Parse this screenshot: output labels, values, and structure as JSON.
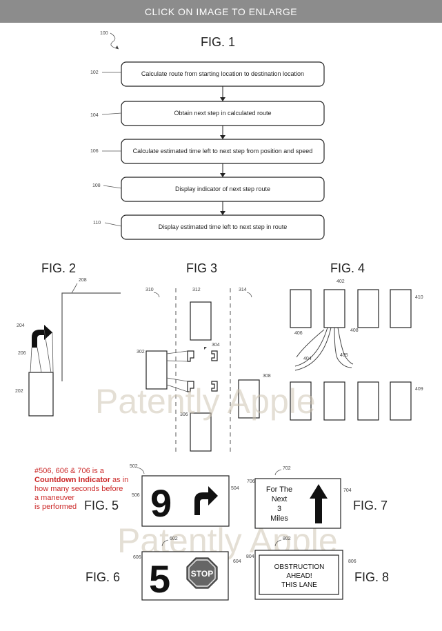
{
  "banner": {
    "label": "CLICK ON IMAGE TO ENLARGE"
  },
  "fig1": {
    "title": "FIG. 1",
    "ref_main": "100",
    "steps": [
      {
        "ref": "102",
        "label": "Calculate route from starting location to destination location"
      },
      {
        "ref": "104",
        "label": "Obtain next step in calculated route"
      },
      {
        "ref": "106",
        "label": "Calculate estimated time left to next step from position and speed"
      },
      {
        "ref": "108",
        "label": "Display indicator of next step route"
      },
      {
        "ref": "110",
        "label": "Display estimated time left to next step in route"
      }
    ]
  },
  "fig2": {
    "title": "FIG. 2",
    "refs": {
      "r208": "208",
      "r204": "204",
      "r206": "206",
      "r202": "202"
    }
  },
  "fig3": {
    "title": "FIG 3",
    "refs": {
      "r310": "310",
      "r312": "312",
      "r314": "314",
      "r302": "302",
      "r304": "304",
      "r306": "306",
      "r308": "308"
    }
  },
  "fig4": {
    "title": "FIG. 4",
    "refs": {
      "r402": "402",
      "r410": "410",
      "r406": "406",
      "r408": "408",
      "r404": "404",
      "r405": "405",
      "r409": "409"
    }
  },
  "fig5": {
    "title": "FIG. 5",
    "ref_main": "502",
    "ref_number": "506",
    "ref_arrow": "504",
    "countdown": "9"
  },
  "fig6": {
    "title": "FIG. 6",
    "ref_main": "602",
    "ref_number": "606",
    "ref_sign": "604",
    "countdown": "5",
    "sign_text": "STOP"
  },
  "fig7": {
    "title": "FIG. 7",
    "ref_main": "702",
    "ref_text": "706",
    "ref_arrow": "704",
    "lines": [
      "For The",
      "Next",
      "3",
      "Miles"
    ]
  },
  "fig8": {
    "title": "FIG. 8",
    "ref_main": "802",
    "ref_left": "804",
    "ref_right": "806",
    "lines": [
      "OBSTRUCTION",
      "AHEAD!",
      "THIS LANE"
    ]
  },
  "note": {
    "line1": "#506, 606 & 706 is a",
    "line2_bold": "Countdown Indicator",
    "line2_rest": " as in",
    "line3": "how many seconds before",
    "line4": "a maneuver",
    "line5": "is performed"
  },
  "watermark": "Patently Apple",
  "colors": {
    "banner": "#8c8c8c",
    "note": "#cc2a2a",
    "watermark": "#cfc5b3"
  }
}
